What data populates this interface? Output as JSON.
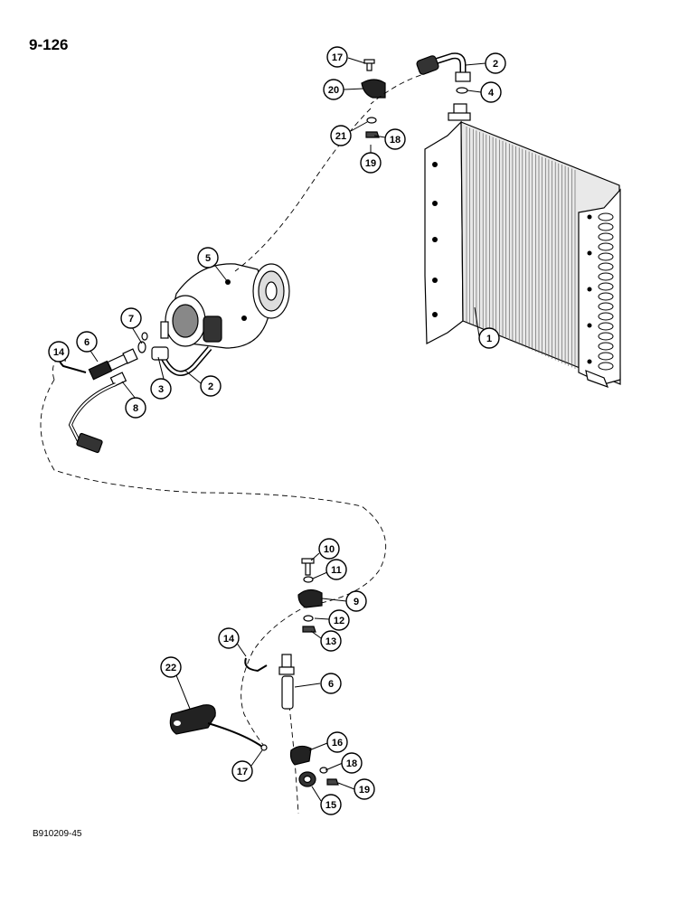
{
  "page": {
    "page_number": "9-126",
    "figure_code": "B910209-45"
  },
  "callouts": [
    {
      "id": "c1",
      "label": "1"
    },
    {
      "id": "c2-top",
      "label": "2"
    },
    {
      "id": "c2-bottom",
      "label": "2"
    },
    {
      "id": "c3",
      "label": "3"
    },
    {
      "id": "c4",
      "label": "4"
    },
    {
      "id": "c5",
      "label": "5"
    },
    {
      "id": "c6-top",
      "label": "6"
    },
    {
      "id": "c6-bottom",
      "label": "6"
    },
    {
      "id": "c7",
      "label": "7"
    },
    {
      "id": "c8",
      "label": "8"
    },
    {
      "id": "c9",
      "label": "9"
    },
    {
      "id": "c10",
      "label": "10"
    },
    {
      "id": "c11",
      "label": "11"
    },
    {
      "id": "c12",
      "label": "12"
    },
    {
      "id": "c13",
      "label": "13"
    },
    {
      "id": "c14-top",
      "label": "14"
    },
    {
      "id": "c14-bottom",
      "label": "14"
    },
    {
      "id": "c15",
      "label": "15"
    },
    {
      "id": "c16",
      "label": "16"
    },
    {
      "id": "c17-top",
      "label": "17"
    },
    {
      "id": "c17-bottom",
      "label": "17"
    },
    {
      "id": "c18-top",
      "label": "18"
    },
    {
      "id": "c18-bottom",
      "label": "18"
    },
    {
      "id": "c19-top",
      "label": "19"
    },
    {
      "id": "c19-bottom",
      "label": "19"
    },
    {
      "id": "c20",
      "label": "20"
    },
    {
      "id": "c21",
      "label": "21"
    },
    {
      "id": "c22",
      "label": "22"
    }
  ]
}
